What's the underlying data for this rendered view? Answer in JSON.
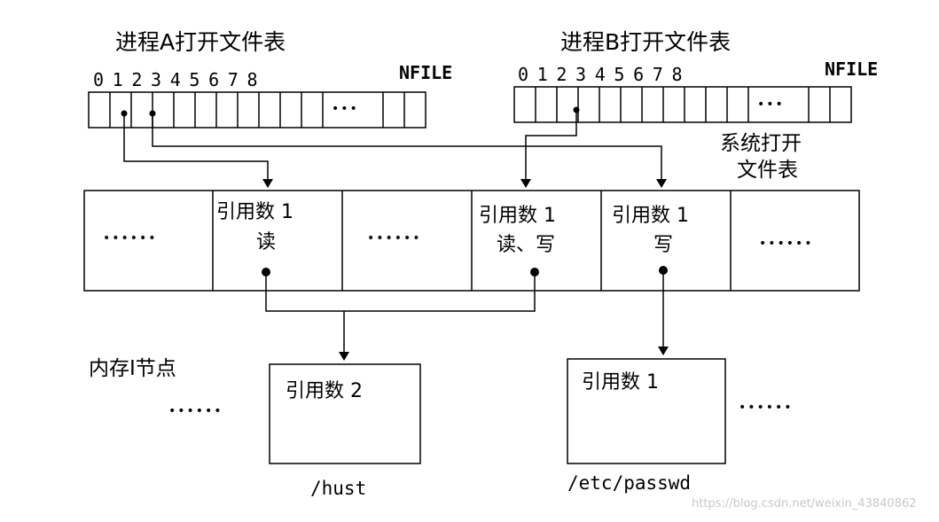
{
  "proc_a": {
    "title": "进程A打开文件表",
    "indices": "0 1 2 3 4 5 6 7 8",
    "nfile": "NFILE",
    "dots": "•••"
  },
  "proc_b": {
    "title": "进程B打开文件表",
    "indices": "0 1 2 3 4 5 6 7 8",
    "nfile": "NFILE",
    "dots": "•••"
  },
  "sys_table": {
    "title_line1": "系统打开",
    "title_line2": "文件表",
    "cells": [
      {
        "line1": "••••••",
        "line2": ""
      },
      {
        "line1": "引用数 1",
        "line2": "读"
      },
      {
        "line1": "••••••",
        "line2": ""
      },
      {
        "line1": "引用数 1",
        "line2": "读、写"
      },
      {
        "line1": "引用数 1",
        "line2": "写"
      },
      {
        "line1": "••••••",
        "line2": ""
      }
    ]
  },
  "inode": {
    "title": "内存I节点",
    "left_dots": "••••••",
    "right_dots": "••••••",
    "node1": {
      "count": "引用数 2",
      "path": "/hust"
    },
    "node2": {
      "count": "引用数 1",
      "path": "/etc/passwd"
    }
  },
  "watermark": "https://blog.csdn.net/weixin_43840862"
}
